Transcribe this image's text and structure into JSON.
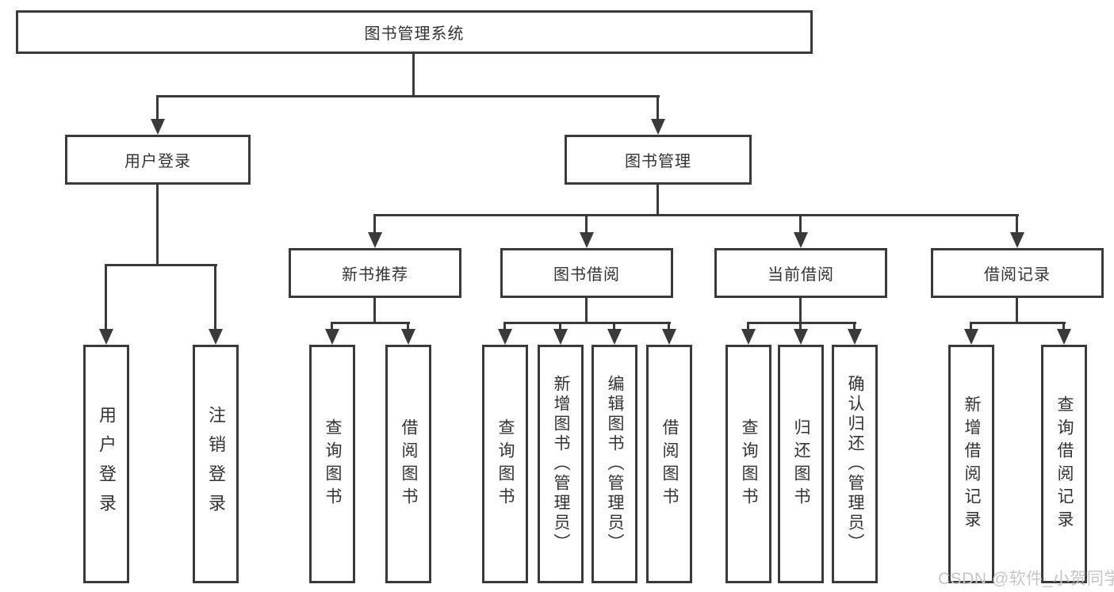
{
  "diagram": {
    "title": "图书管理系统",
    "nodes": {
      "root": "图书管理系统",
      "user_login": "用户登录",
      "book_mgmt": "图书管理",
      "new_book": "新书推荐",
      "book_borrow": "图书借阅",
      "current_borrow": "当前借阅",
      "borrow_records": "借阅记录",
      "leaves": {
        "user": [
          "用户登录",
          "注销登录"
        ],
        "newbook": [
          "查询图书",
          "借阅图书"
        ],
        "borrow": [
          "查询图书",
          "新增图书（管理员）",
          "编辑图书（管理员）",
          "借阅图书"
        ],
        "current": [
          "查询图书",
          "归还图书",
          "确认归还（管理员）"
        ],
        "records": [
          "新增借阅记录",
          "查询借阅记录"
        ]
      }
    }
  },
  "watermark": "CSDN @软件_小贺同学",
  "colors": {
    "line": "#3a3a3a",
    "text": "#333333",
    "watermark": "#c6c4c9",
    "background": "#ffffff"
  }
}
